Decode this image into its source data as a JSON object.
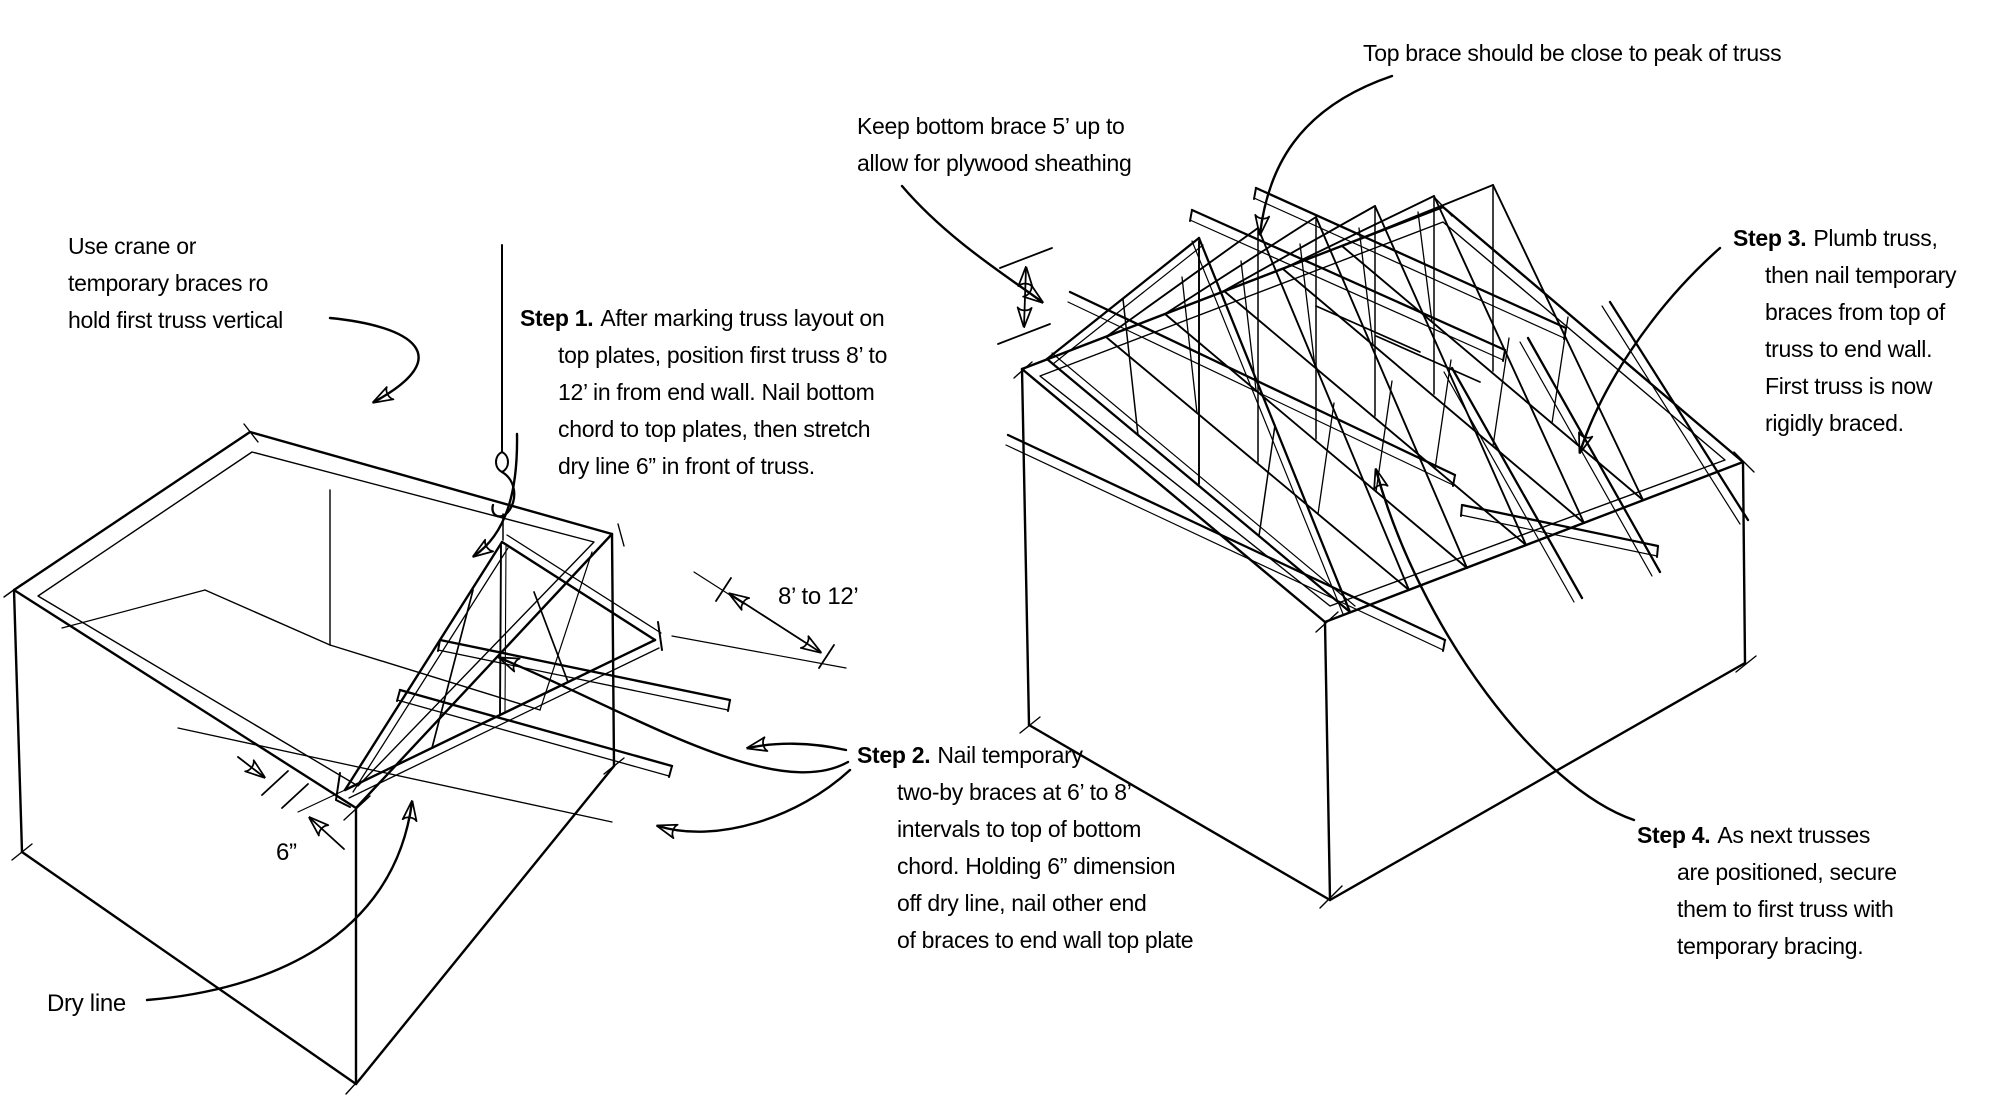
{
  "canvas": {
    "background": "#ffffff",
    "ink": "#000000"
  },
  "annotations": {
    "crane_note": {
      "lines": [
        "Use crane or",
        "temporary braces ro",
        "hold first truss vertical"
      ]
    },
    "keep_bottom_note": {
      "lines": [
        "Keep bottom brace 5’ up to",
        "allow for plywood sheathing"
      ]
    },
    "top_brace_note": {
      "text": "Top brace should be close to peak of truss"
    },
    "dry_line_label": {
      "text": "Dry line"
    },
    "dim_end_wall": {
      "text": "8’ to 12’"
    },
    "dim_dry_line_offset": {
      "text": "6”"
    }
  },
  "steps": [
    {
      "label": "Step 1.",
      "lines": [
        "After marking truss layout on",
        "top plates, position first truss 8’ to",
        "12’ in from end wall. Nail bottom",
        "chord to top plates, then stretch",
        "dry line 6” in front of truss."
      ]
    },
    {
      "label": "Step 2.",
      "lines": [
        "Nail temporary",
        "two-by braces at 6’ to 8’",
        "intervals to top of bottom",
        "chord. Holding 6” dimension",
        "off dry line, nail other end",
        "of braces to end wall top plate"
      ]
    },
    {
      "label": "Step 3.",
      "lines": [
        "Plumb truss,",
        "then nail temporary",
        "braces from top of",
        "truss to end wall.",
        "First truss is now",
        "rigidly braced."
      ]
    },
    {
      "label": "Step 4.",
      "lines": [
        "As next trusses",
        "are positioned, secure",
        "them to first truss with",
        "temporary bracing."
      ]
    }
  ]
}
